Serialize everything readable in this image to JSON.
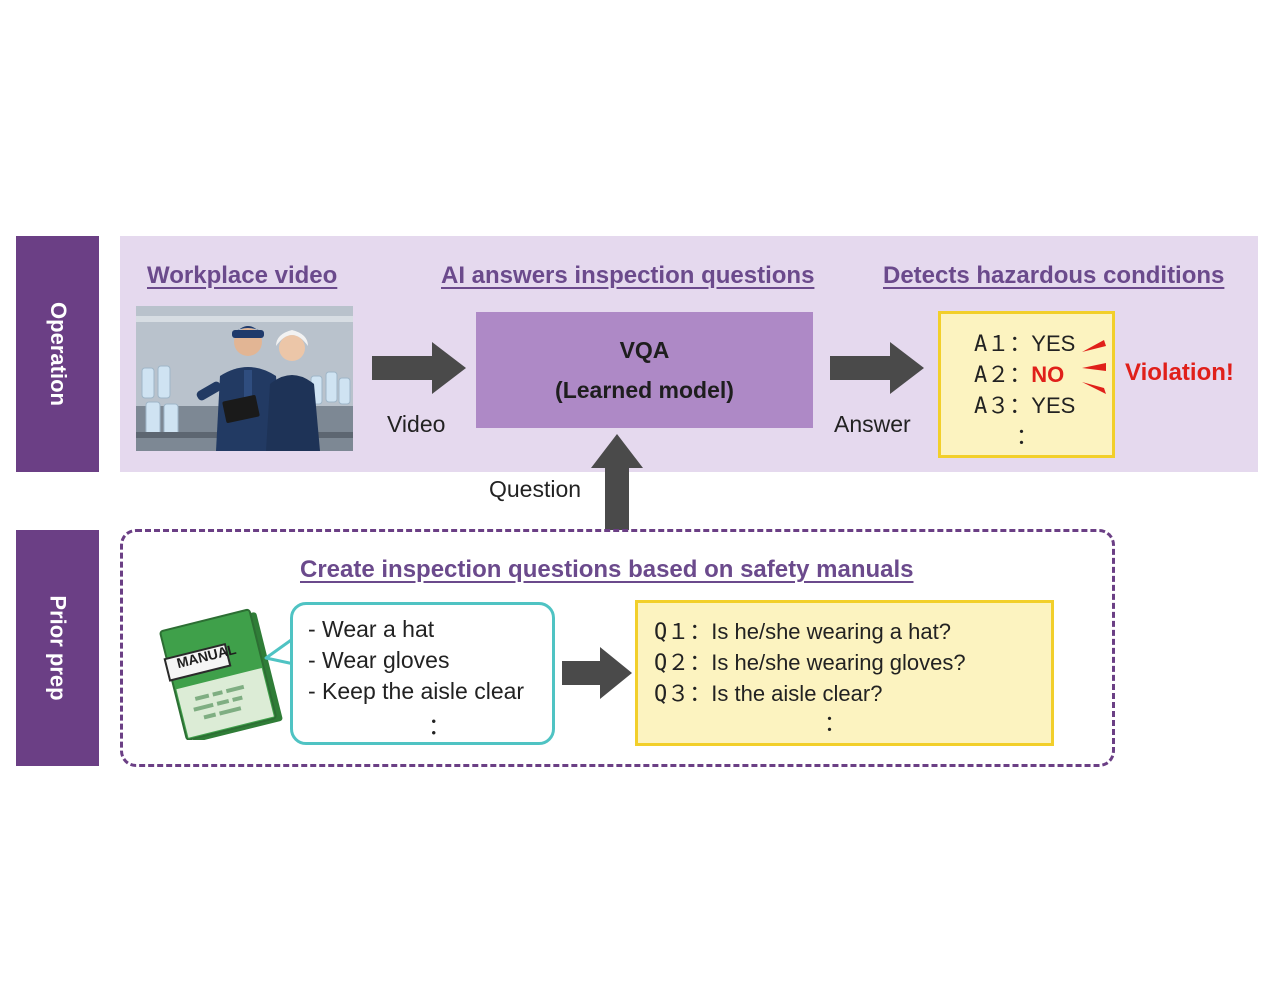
{
  "side_labels": {
    "operation": "Operation",
    "prior_prep": "Prior prep"
  },
  "operation": {
    "workplace_video_heading": "Workplace video",
    "ai_heading": "AI answers inspection questions",
    "detect_heading": "Detects hazardous conditions",
    "video_caption": "Video",
    "answer_caption": "Answer",
    "question_caption": "Question",
    "vqa": {
      "title": "VQA",
      "subtitle": "(Learned model)"
    },
    "answers": [
      {
        "id": "A１",
        "sep": "：",
        "value": "YES"
      },
      {
        "id": "A２",
        "sep": "：",
        "value": "NO"
      },
      {
        "id": "A３",
        "sep": "：",
        "value": "YES"
      }
    ],
    "answers_ellipsis": "：",
    "violation": "Violation!"
  },
  "prior_prep": {
    "heading": "Create inspection questions based on safety manuals",
    "manual_label": "MANUAL",
    "manual_items": [
      "- Wear a hat",
      "- Wear gloves",
      "- Keep the aisle clear"
    ],
    "manual_ellipsis": "：",
    "questions": [
      {
        "id": "Q１",
        "sep": "：",
        "text": "Is he/she wearing a hat?"
      },
      {
        "id": "Q２",
        "sep": "：",
        "text": "Is he/she wearing gloves?"
      },
      {
        "id": "Q３",
        "sep": "：",
        "text": "Is the aisle clear?"
      }
    ],
    "questions_ellipsis": "："
  },
  "colors": {
    "side_label_bg": "#6b3f85",
    "operation_panel_bg": "#e5d9ee",
    "heading": "#6b4a8c",
    "vqa_box": "#ae89c6",
    "answer_box_bg": "#fcf3c0",
    "answer_box_border": "#f2cf2a",
    "violation": "#e0201a",
    "arrow": "#4a4a4a",
    "bubble_border": "#4fc3c3",
    "manual_cover": "#3fa04a"
  }
}
